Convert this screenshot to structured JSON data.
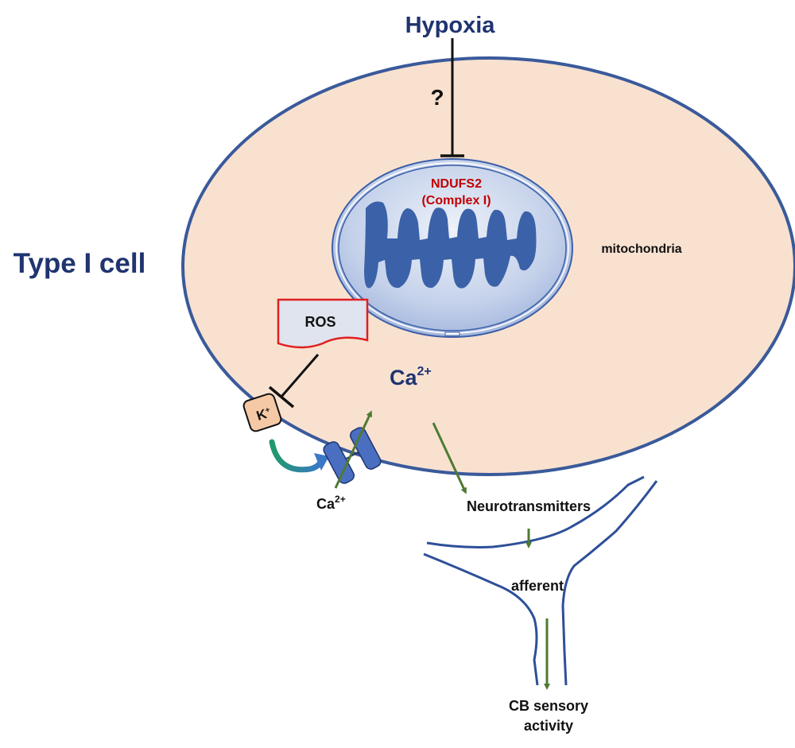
{
  "labels": {
    "hypoxia": "Hypoxia",
    "question": "?",
    "type_i_cell": "Type I cell",
    "ndufs2": "NDUFS2",
    "complex_i": "(Complex I)",
    "mitochondria": "mitochondria",
    "ros": "ROS",
    "ca_inside": "Ca",
    "ca_inside_sup": "2+",
    "k_ion": "K",
    "k_sup": "+",
    "ca_outside": "Ca",
    "ca_outside_sup": "2+",
    "neurotransmitters": "Neurotransmitters",
    "afferent": "afferent",
    "cb_line1": "CB sensory",
    "cb_line2": "activity"
  },
  "colors": {
    "cell_fill": "#f9e1d0",
    "cell_stroke": "#3a5a9a",
    "label_navy": "#1f3470",
    "ndufs2_red": "#c00000",
    "arrow_green": "#4e7a32",
    "cristae": "#3b62a8",
    "ros_border": "#e02020",
    "ros_fill": "#dfe4ee",
    "k_fill": "#f5c9a6",
    "channel_blue": "#4a6fc0",
    "nerve_blue": "#2e4f99"
  },
  "icons": [
    "ion-channel-icon",
    "curved-arrow-icon",
    "mitochondrion-icon"
  ]
}
